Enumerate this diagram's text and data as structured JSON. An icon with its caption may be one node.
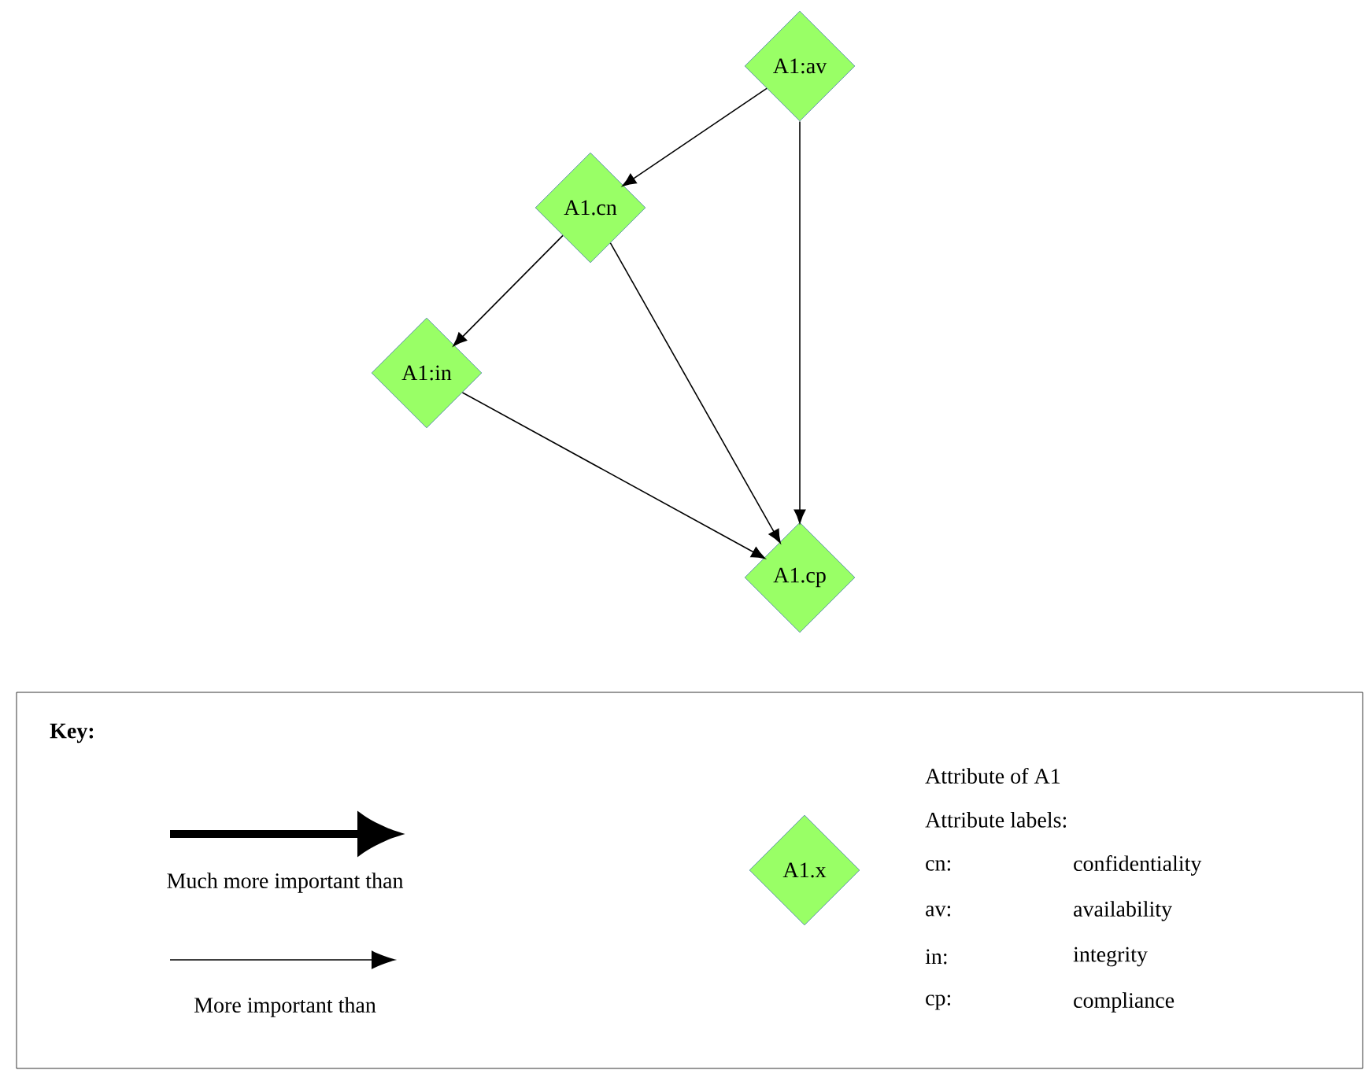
{
  "diagram": {
    "nodes": [
      {
        "text": [
          "A1:av"
        ]
      },
      {
        "text": [
          "A1.cn"
        ]
      },
      {
        "text": [
          "A1:in"
        ]
      },
      {
        "text": [
          "A1.cp"
        ]
      },
      {
        "text": [
          "Key:"
        ]
      },
      {
        "text": [
          "A1.x"
        ],
        "in": 4
      }
    ],
    "edges": [
      {
        "from": 0,
        "to": 1,
        "arrow": "to"
      },
      {
        "from": 0,
        "to": 3,
        "arrow": "to"
      },
      {
        "from": 1,
        "to": 2,
        "arrow": "to"
      },
      {
        "from": 1,
        "to": 3,
        "arrow": "to"
      },
      {
        "from": 2,
        "to": 3,
        "arrow": "to"
      }
    ],
    "labels": [
      "Attribute of A1",
      "Attribute labels:",
      "cn:",
      "confidentiality",
      "av:",
      "availability",
      "in:",
      "integrity",
      "cp:",
      "compliance"
    ],
    "legend": [
      {
        "text": "Much more important than"
      },
      {
        "text": "More important than"
      }
    ]
  }
}
